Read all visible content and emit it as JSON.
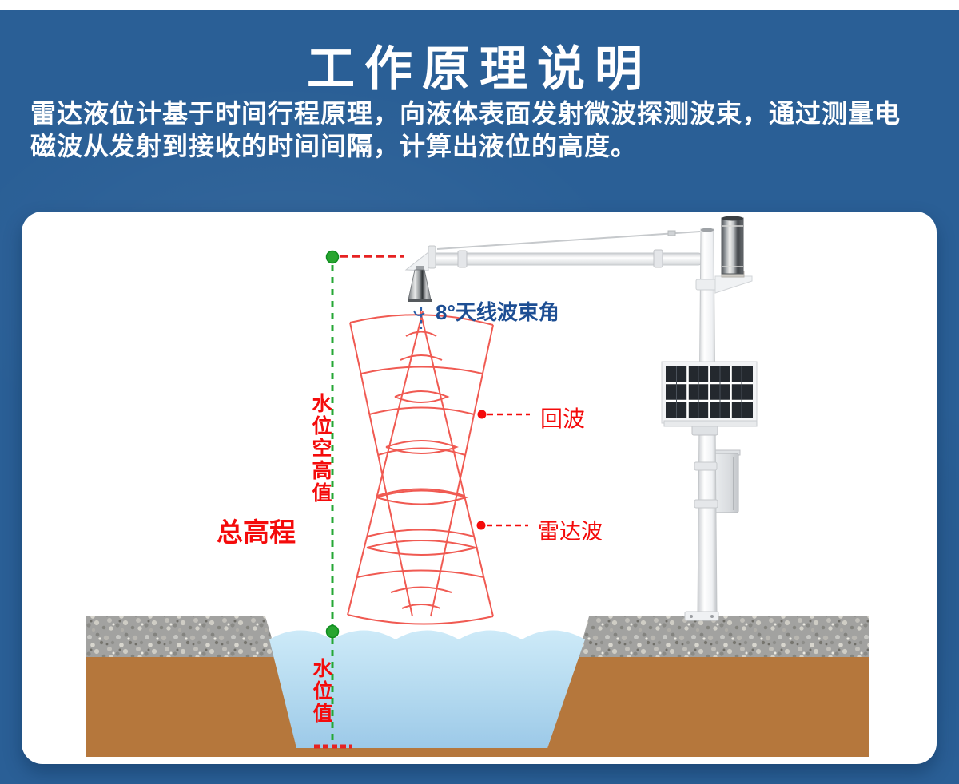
{
  "header": {
    "title": "工作原理说明",
    "desc_line1": "雷达液位计基于时间行程原理，向液体表面发射微波探测波束，通过测量电",
    "desc_line2": "磁波从发射到接收的时间间隔，计算出液位的高度。"
  },
  "diagram": {
    "labels": {
      "beam_angle": "8°天线波束角",
      "echo": "回波",
      "radar_wave": "雷达波",
      "air_height": "水位空高值",
      "total_elevation": "总高程",
      "water_level": "水位值"
    },
    "colors": {
      "background_blue": "#2a5f96",
      "label_red": "#f40b0b",
      "beam_red": "#f05a52",
      "leader_red": "#e62222",
      "marker_green": "#25a735",
      "angle_label_blue": "#1d4e93",
      "soil_brown": "#b5773c",
      "water_top": "#cdeaf8",
      "water_bottom": "#9cc9e8"
    }
  }
}
